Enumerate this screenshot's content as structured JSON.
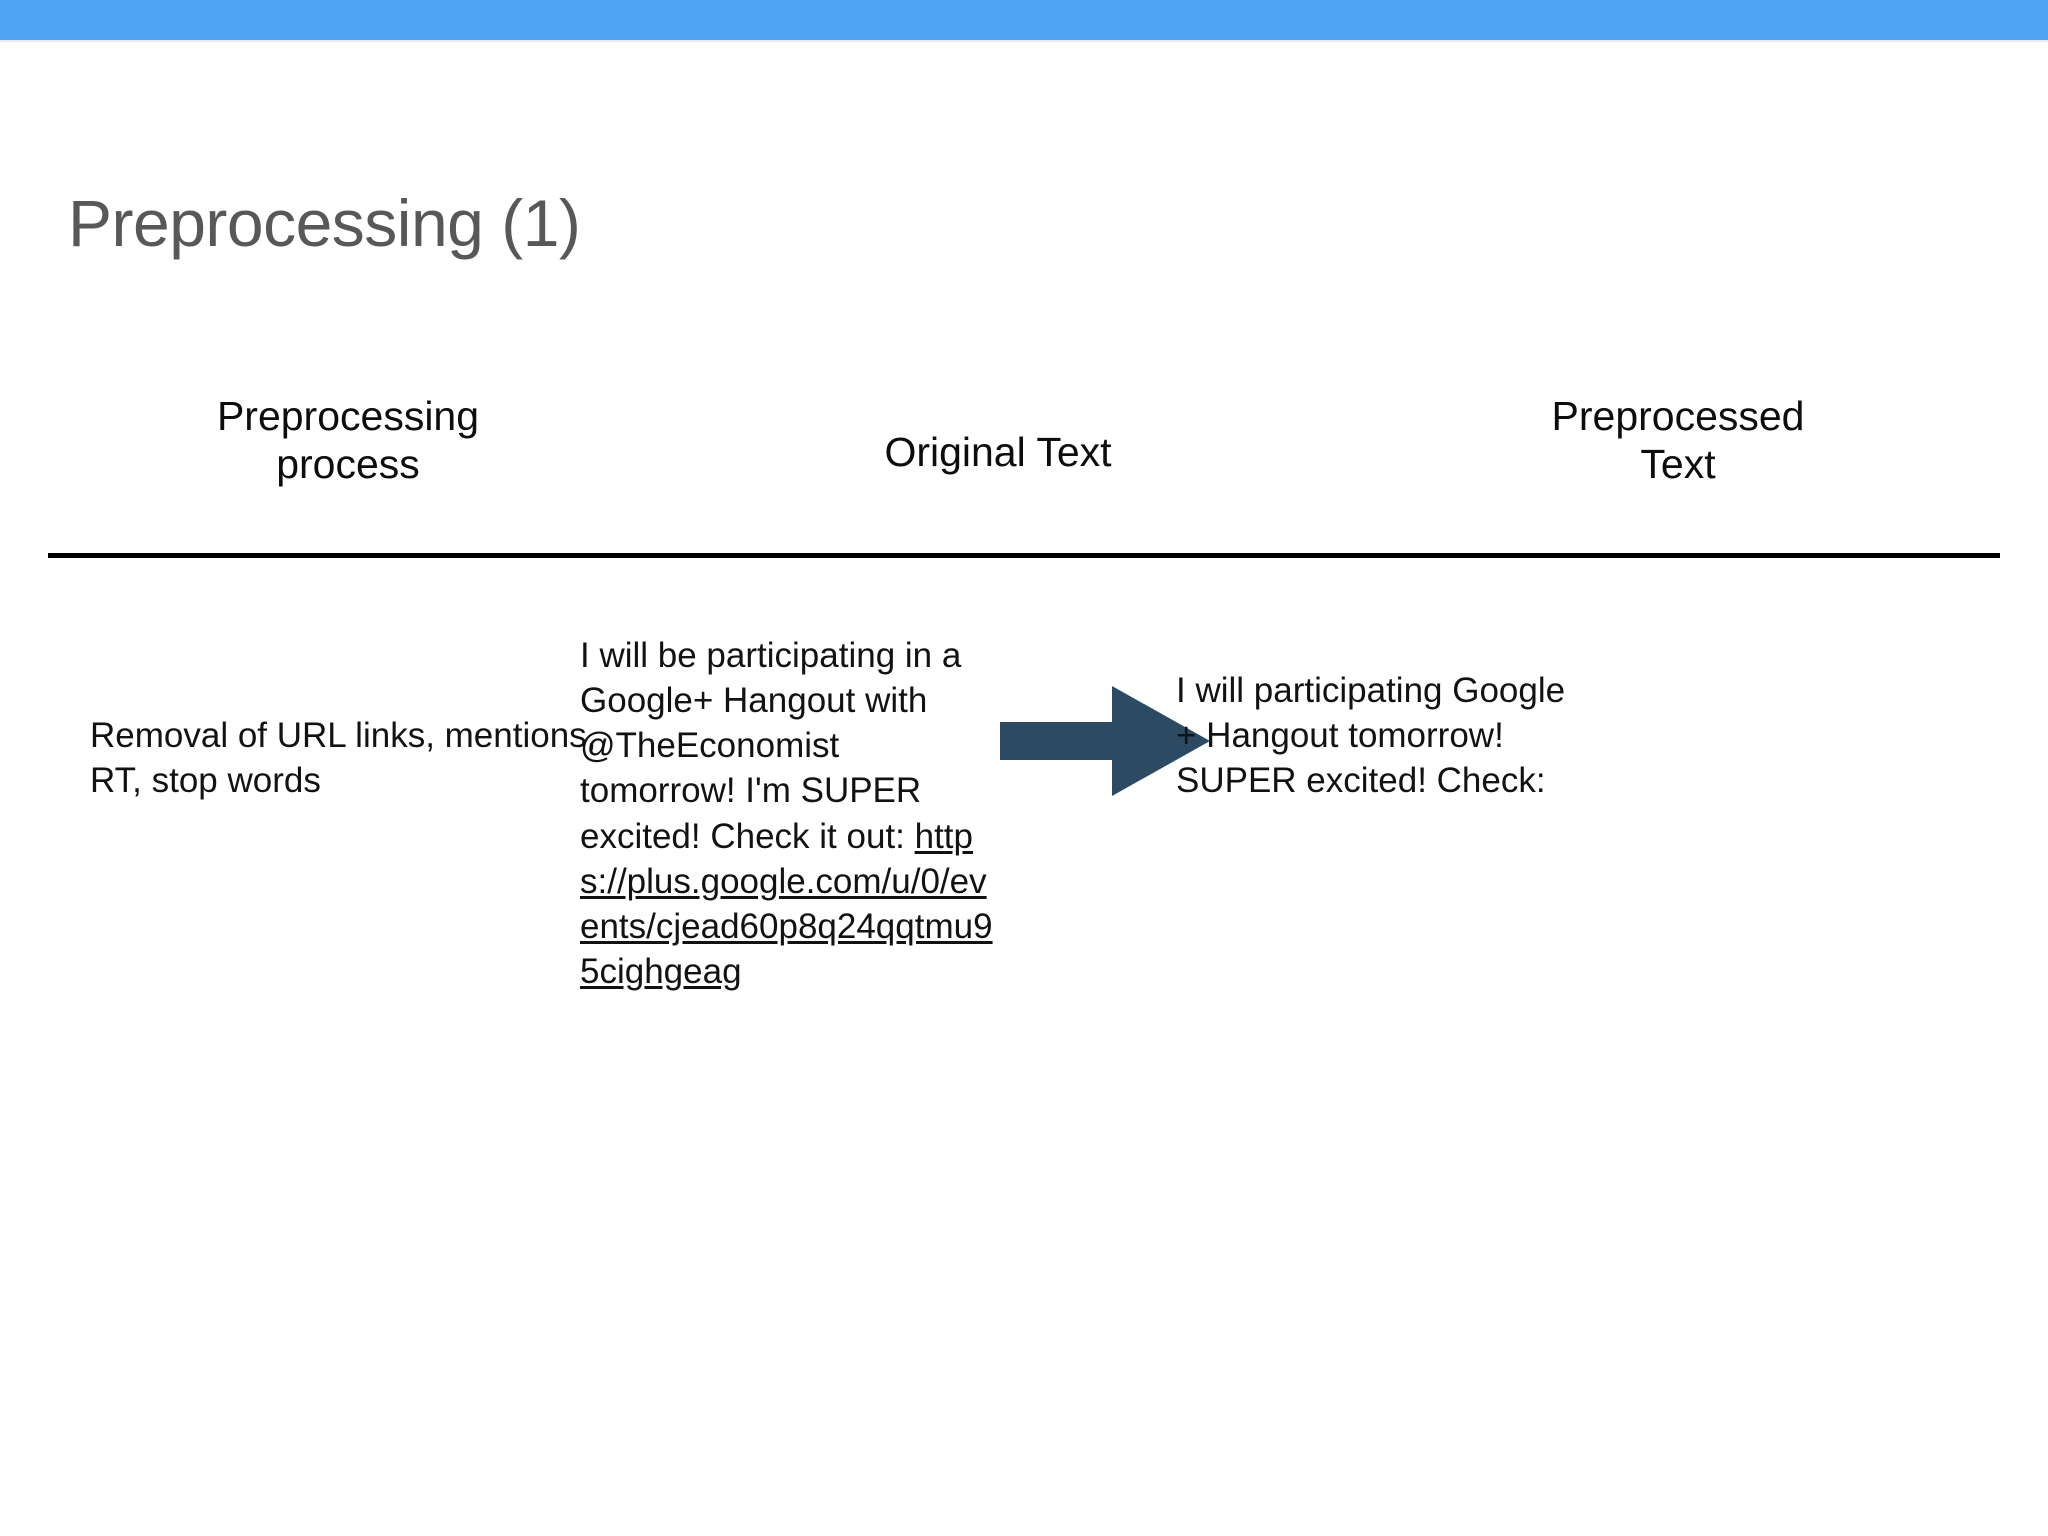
{
  "slide": {
    "title": "Preprocessing (1)",
    "accent_color": "#4fa3f5",
    "title_color": "#58585a",
    "background_color": "#ffffff"
  },
  "table": {
    "rule_color": "#000000",
    "headers": {
      "process": "Preprocessing process",
      "process_line1": "Preprocessing",
      "process_line2": "process",
      "original": "Original Text",
      "preprocessed": "Preprocessed Text",
      "preprocessed_line1": "Preprocessed",
      "preprocessed_line2": "Text"
    },
    "rows": [
      {
        "process": "Removal of URL links, mentions, RT, stop words",
        "original_prefix": "I will be participating in a Google+ Hangout with @TheEconomist tomorrow! I'm SUPER excited! Check it out: ",
        "original_link": "https://plus.google.com/u/0/events/cjead60p8q24qqtmu95cighgeag",
        "preprocessed": "I will participating Google + Hangout tomorrow! SUPER excited! Check:"
      }
    ]
  },
  "arrow": {
    "name": "right-arrow",
    "color": "#2d4a63"
  }
}
